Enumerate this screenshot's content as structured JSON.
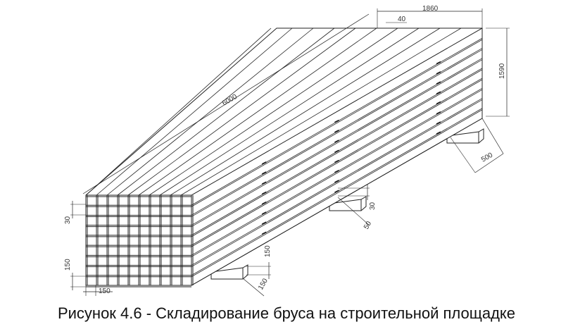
{
  "figure": {
    "caption": "Рисунок 4.6 - Складирование бруса на строительной площадке",
    "stack": {
      "columns": 10,
      "rows": 9
    },
    "dimensions": {
      "length": "6000",
      "width": "1860",
      "gap": "40",
      "height": "1590",
      "support_spacing": "500",
      "spacer_thickness": "30",
      "spacer_width": "50",
      "row_gap": "30",
      "beam_height": "150",
      "beam_width": "150",
      "support_height": "150",
      "support_width": "150"
    }
  }
}
